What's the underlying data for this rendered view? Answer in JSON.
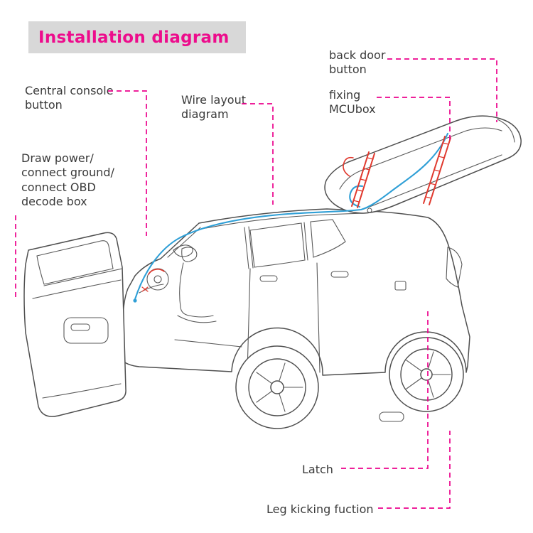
{
  "title": {
    "text": "Installation diagram"
  },
  "labels": {
    "central_console": "Central console\nbutton",
    "wire_layout": "Wire layout\ndiagram",
    "back_door": "back door\nbutton",
    "fixing_mcubox": "fixing\nMCUbox",
    "draw_power": "Draw power/\nconnect ground/\nconnect OBD\ndecode box",
    "latch": "Latch",
    "leg_kicking": "Leg kicking fuction"
  },
  "colors": {
    "accent_pink": "#ec008c",
    "title_pink": "#ed0c8c",
    "title_background": "#d8d8d8",
    "wire_blue": "#2f9fd6",
    "strut_red": "#e0392e",
    "line_gray": "#4f4f4f",
    "text": "#3a3a3a"
  }
}
